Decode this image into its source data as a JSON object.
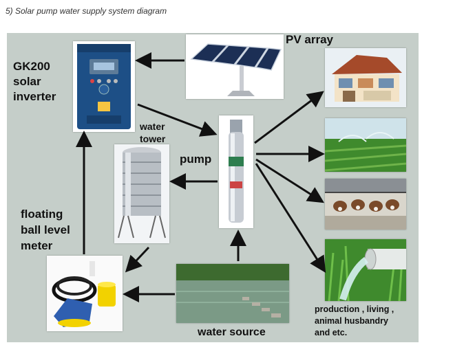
{
  "caption": "5) Solar pump water supply system diagram",
  "labels": {
    "inverter": "GK200\nsolar\ninverter",
    "pv_array": "PV array",
    "water_tower": "water\ntower",
    "pump": "pump",
    "floating_meter": "floating\nball level\nmeter",
    "water_source": "water source",
    "uses": "production , living ,\nanimal husbandry\nand etc."
  },
  "colors": {
    "background": "#c5cec9",
    "arrow": "#111111",
    "inverter_body": "#1d4f86",
    "grass": "#3f8a2d",
    "float_yellow": "#f2d200",
    "float_blue": "#2f5fb0"
  }
}
